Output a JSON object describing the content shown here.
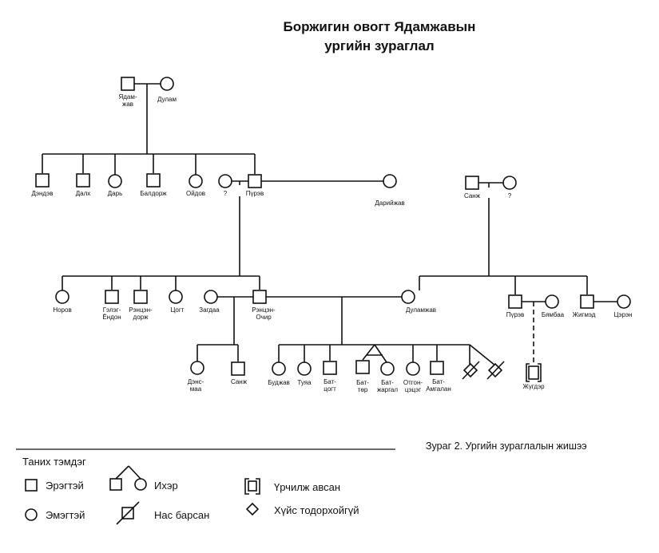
{
  "title": {
    "line1": "Боржигин овогт Ядамжавын",
    "line2": "ургийн зураглал"
  },
  "caption": "Зураг 2.  Ургийн зураглалын жишээ",
  "people": {
    "yadamjav": [
      "Ядам-",
      "жав"
    ],
    "dulam": [
      "Дулам"
    ],
    "dendev": [
      "Дэндэв"
    ],
    "dalkh": [
      "Далх"
    ],
    "dari": [
      "Дарь"
    ],
    "baldorj": [
      "Балдорж"
    ],
    "oidov": [
      "Ойдов"
    ],
    "unknown_wife": [
      "?"
    ],
    "purev": [
      "Пүрэв"
    ],
    "dariijav": [
      "Дарийжав"
    ],
    "sanj_elder": [
      "Санж"
    ],
    "unknown_wife2": [
      "?"
    ],
    "norov": [
      "Норов"
    ],
    "galeg_endon": [
      "Гэлэг-",
      "Ёндон"
    ],
    "rentsen_dorj": [
      "Рэнцэн-",
      "дорж"
    ],
    "tsogt": [
      "Цогт"
    ],
    "zagdaa": [
      "Загдаа"
    ],
    "rentsen_ochir": [
      "Рэнцэн-",
      "Очир"
    ],
    "dulamjav": [
      "Дуламжав"
    ],
    "purev2": [
      "Пүрэв"
    ],
    "byambaa": [
      "Бямбаа"
    ],
    "jigmed": [
      "Жигмэд"
    ],
    "tseren": [
      "Цэрэн"
    ],
    "densmaa": [
      "Дэнс-",
      "маа"
    ],
    "sanj": [
      "Санж"
    ],
    "budjav": [
      "Буджав"
    ],
    "tuya": [
      "Туяа"
    ],
    "battsogt": [
      "Бат-",
      "цогт"
    ],
    "battur": [
      "Бат-",
      "төр"
    ],
    "batjargal": [
      "Бат-",
      "жаргал"
    ],
    "otgontsetseg": [
      "Отгон-",
      "цэцэг"
    ],
    "batamgalan": [
      "Бат-",
      "Амгалан"
    ],
    "jugder": [
      "Жүгдэр"
    ]
  },
  "legend": {
    "title": "Таних тэмдэг",
    "male": "Эрэгтэй",
    "female": "Эмэгтэй",
    "twins": "Ихэр",
    "deceased": "Нас барсан",
    "adopted": "Үрчилж авсан",
    "unknown_sex": "Хүйс тодорхойгүй"
  }
}
